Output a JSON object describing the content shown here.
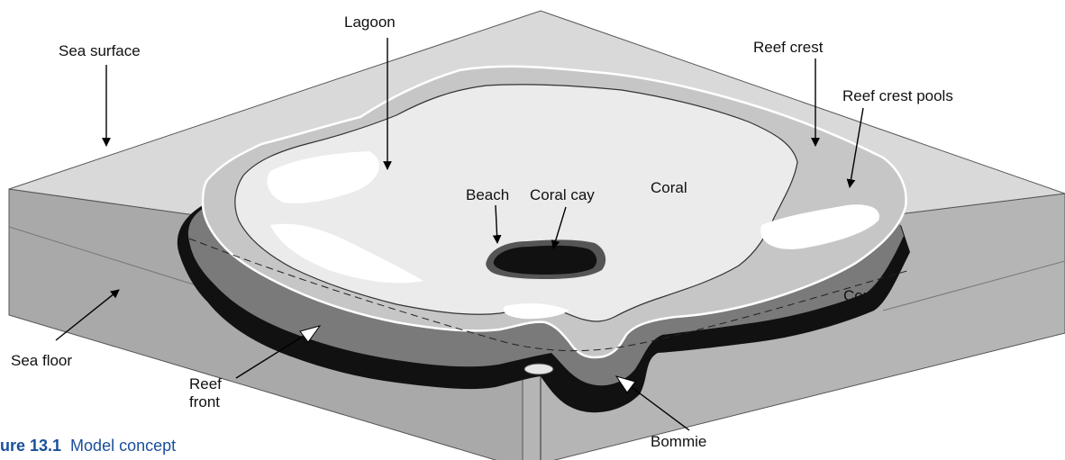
{
  "labels": {
    "sea_surface": "Sea surface",
    "lagoon": "Lagoon",
    "reef_crest": "Reef crest",
    "reef_crest_pools": "Reef crest pools",
    "beach": "Beach",
    "coral_cay": "Coral cay",
    "coral_top": "Coral",
    "coral_right": "Coral",
    "sea_floor": "Sea floor",
    "reef_front_1": "Reef",
    "reef_front_2": "front",
    "bommie": "Bommie"
  },
  "caption": {
    "number": "ure 13.1",
    "text": "Model concept"
  },
  "colors": {
    "sea_surface": "#d9d9d9",
    "side_face": "#a8a8a8",
    "reef_dark": "#111111",
    "reef_mid": "#777777",
    "reef_crest": "#c6c6c6",
    "lagoon": "#ebebeb",
    "caption": "#1a4f9c"
  }
}
